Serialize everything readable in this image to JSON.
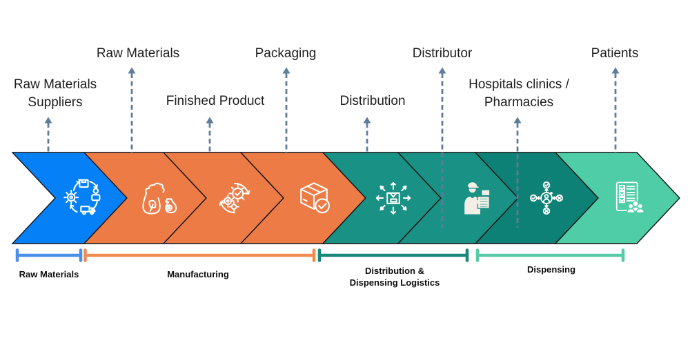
{
  "palette": {
    "arrow": "#5D7D9B",
    "outline": "#131313",
    "text": "#1E1E1E",
    "background": "#FFFFFF"
  },
  "top_labels": [
    {
      "text": "Raw Materials\nSuppliers"
    },
    {
      "text": "Raw Materials"
    },
    {
      "text": "Finished Product"
    },
    {
      "text": "Packaging"
    },
    {
      "text": "Distribution"
    },
    {
      "text": "Distributor"
    },
    {
      "text": "Hospitals clinics /\nPharmacies"
    },
    {
      "text": "Patients"
    }
  ],
  "stages": [
    {
      "name": "raw-materials-suppliers",
      "color": "#0680F6",
      "icon": "supply-chain-cycle-icon"
    },
    {
      "name": "raw-materials",
      "color": "#ED7B46",
      "icon": "raw-materials-sack-icon"
    },
    {
      "name": "manufacturing",
      "color": "#ED7B46",
      "icon": "production-gears-icon"
    },
    {
      "name": "packaging",
      "color": "#ED7B46",
      "icon": "package-check-icon"
    },
    {
      "name": "distribution",
      "color": "#199184",
      "icon": "distribution-arrows-icon"
    },
    {
      "name": "distributor",
      "color": "#199184",
      "icon": "delivery-person-icon"
    },
    {
      "name": "dispensing-logistics",
      "color": "#0E8176",
      "icon": "dispensing-verification-icon"
    },
    {
      "name": "patients-dispensing",
      "color": "#4FCDA6",
      "icon": "patient-checklist-icon"
    }
  ],
  "brackets": [
    {
      "label": "Raw Materials",
      "color": "#4A8FE8"
    },
    {
      "label": "Manufacturing",
      "color": "#F08B52"
    },
    {
      "label": "Distribution &\nDispensing Logistics",
      "color": "#19887B"
    },
    {
      "label": "Dispensing",
      "color": "#57CBA7"
    }
  ]
}
